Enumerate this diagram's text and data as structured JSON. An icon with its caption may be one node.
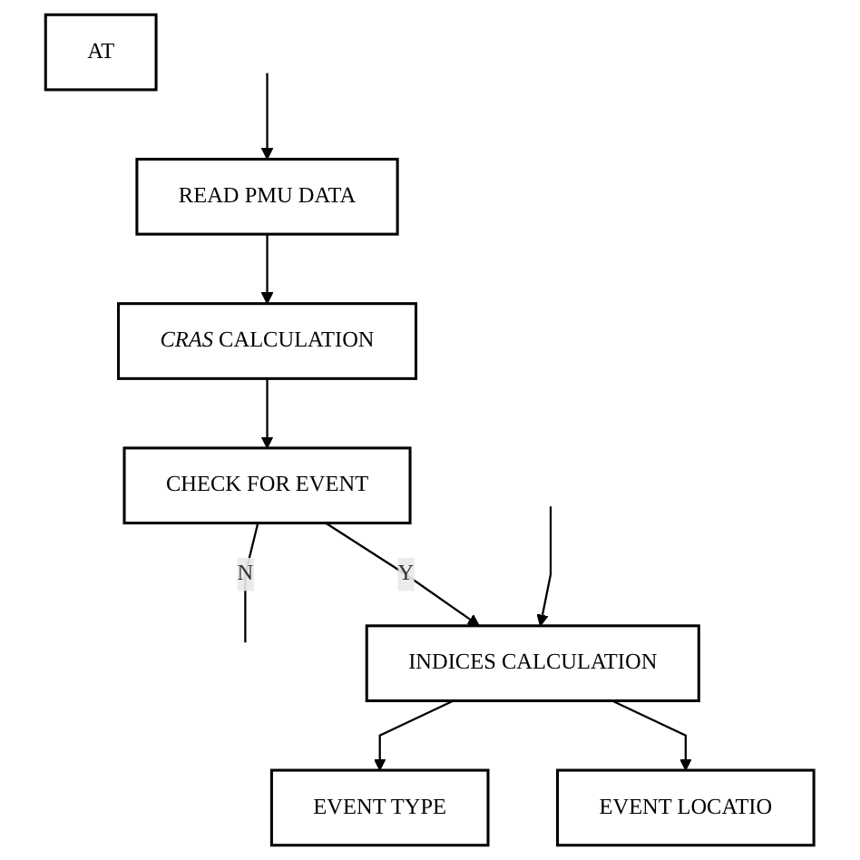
{
  "diagram": {
    "nodes": [
      {
        "text": [
          "READ PMU DATA"
        ]
      },
      {
        "text": [
          "AT"
        ]
      },
      {
        "text": [
          "*CRAS* CALCULATION"
        ]
      },
      {
        "text": [
          "CHECK FOR EVENT"
        ]
      },
      {
        "text": [
          "INDICES CALCULATION"
        ]
      },
      {
        "text": [
          "EVENT TYPE"
        ]
      },
      {
        "text": [
          "EVENT LOCATIO"
        ]
      }
    ],
    "edges": [
      {
        "from": null,
        "to": 0,
        "arrow": "to"
      },
      {
        "from": 0,
        "to": 2,
        "arrow": "to"
      },
      {
        "from": 2,
        "to": 3,
        "arrow": "to"
      },
      {
        "from": 3,
        "to": null,
        "arrow": "none",
        "label": "N"
      },
      {
        "from": 3,
        "to": 4,
        "arrow": "to",
        "label": "Y"
      },
      {
        "from": null,
        "to": 4,
        "arrow": "to"
      },
      {
        "from": 4,
        "to": 5,
        "arrow": "to"
      },
      {
        "from": 4,
        "to": 6,
        "arrow": "to"
      }
    ]
  }
}
